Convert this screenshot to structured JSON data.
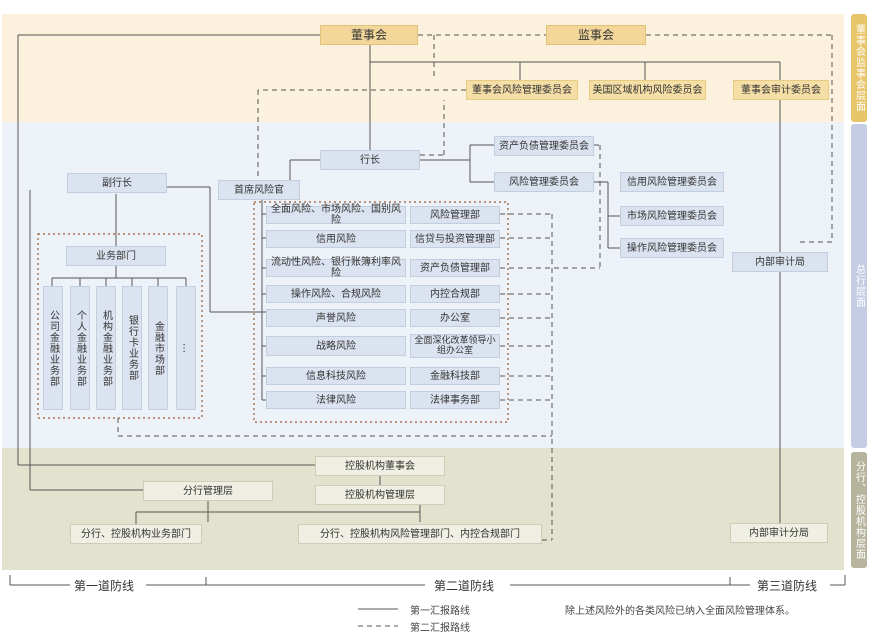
{
  "bands": {
    "top": "董事会监事会层面",
    "mid": "总行层面",
    "bot": "分行、控股机构层面"
  },
  "top": {
    "board": "董事会",
    "supervisors": "监事会",
    "risk_committee": "董事会风险管理委员会",
    "us_committee": "美国区域机构风险委员会",
    "audit_committee": "董事会审计委员会"
  },
  "hq": {
    "president": "行长",
    "vp": "副行长",
    "cro": "首席风险官",
    "alm_committee": "资产负债管理委员会",
    "risk_mgmt_committee": "风险管理委员会",
    "credit_committee": "信用风险管理委员会",
    "market_committee": "市场风险管理委员会",
    "op_committee": "操作风险管理委员会",
    "internal_audit": "内部审计局",
    "business_dept": "业务部门",
    "business_units": [
      "公司金融业务部",
      "个人金融业务部",
      "机构金融业务部",
      "银行卡业务部",
      "金融市场部",
      "…"
    ],
    "risk_rows": [
      {
        "risk": "全面风险、市场风险、国别风险",
        "dept": "风险管理部"
      },
      {
        "risk": "信用风险",
        "dept": "信贷与投资管理部"
      },
      {
        "risk": "流动性风险、银行账簿利率风险",
        "dept": "资产负债管理部"
      },
      {
        "risk": "操作风险、合规风险",
        "dept": "内控合规部"
      },
      {
        "risk": "声誉风险",
        "dept": "办公室"
      },
      {
        "risk": "战略风险",
        "dept": "全面深化改革领导小组办公室"
      },
      {
        "risk": "信息科技风险",
        "dept": "金融科技部"
      },
      {
        "risk": "法律风险",
        "dept": "法律事务部"
      }
    ]
  },
  "branch": {
    "holding_board": "控股机构董事会",
    "branch_mgmt": "分行管理层",
    "holding_mgmt": "控股机构管理层",
    "branch_business": "分行、控股机构业务部门",
    "branch_risk": "分行、控股机构风险管理部门、内控合规部门",
    "branch_audit": "内部审计分局"
  },
  "lines_of_defense": [
    "第一道防线",
    "第二道防线",
    "第三道防线"
  ],
  "legend": {
    "solid": "第一汇报路线",
    "dashed": "第二汇报路线",
    "note": "除上述风险外的各类风险已纳入全面风险管理体系。"
  },
  "colors": {
    "top_band": "#fcf1dc",
    "mid_band": "#edf1f8",
    "bot_band": "#e3e2cf",
    "line": "#555555",
    "risk_group_border": "#9b5a2a"
  }
}
